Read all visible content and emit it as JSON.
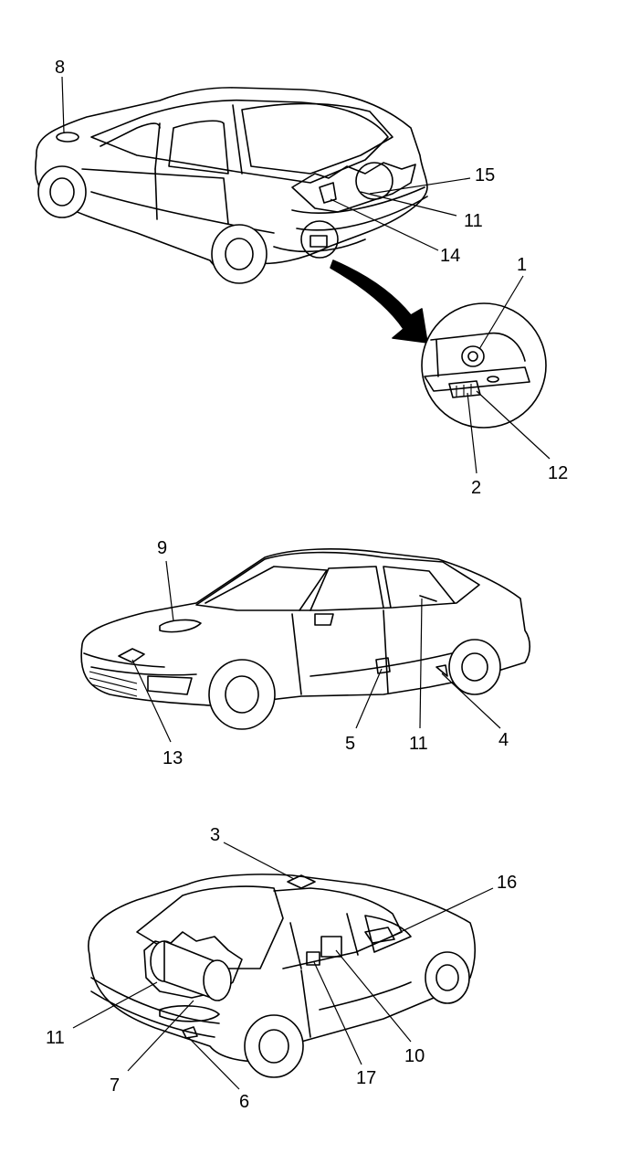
{
  "callouts": {
    "top": [
      "8",
      "15",
      "11",
      "14",
      "1",
      "12",
      "2"
    ],
    "middle": [
      "9",
      "13",
      "5",
      "11",
      "4"
    ],
    "bottom": [
      "3",
      "16",
      "11",
      "7",
      "6",
      "17",
      "10"
    ]
  }
}
